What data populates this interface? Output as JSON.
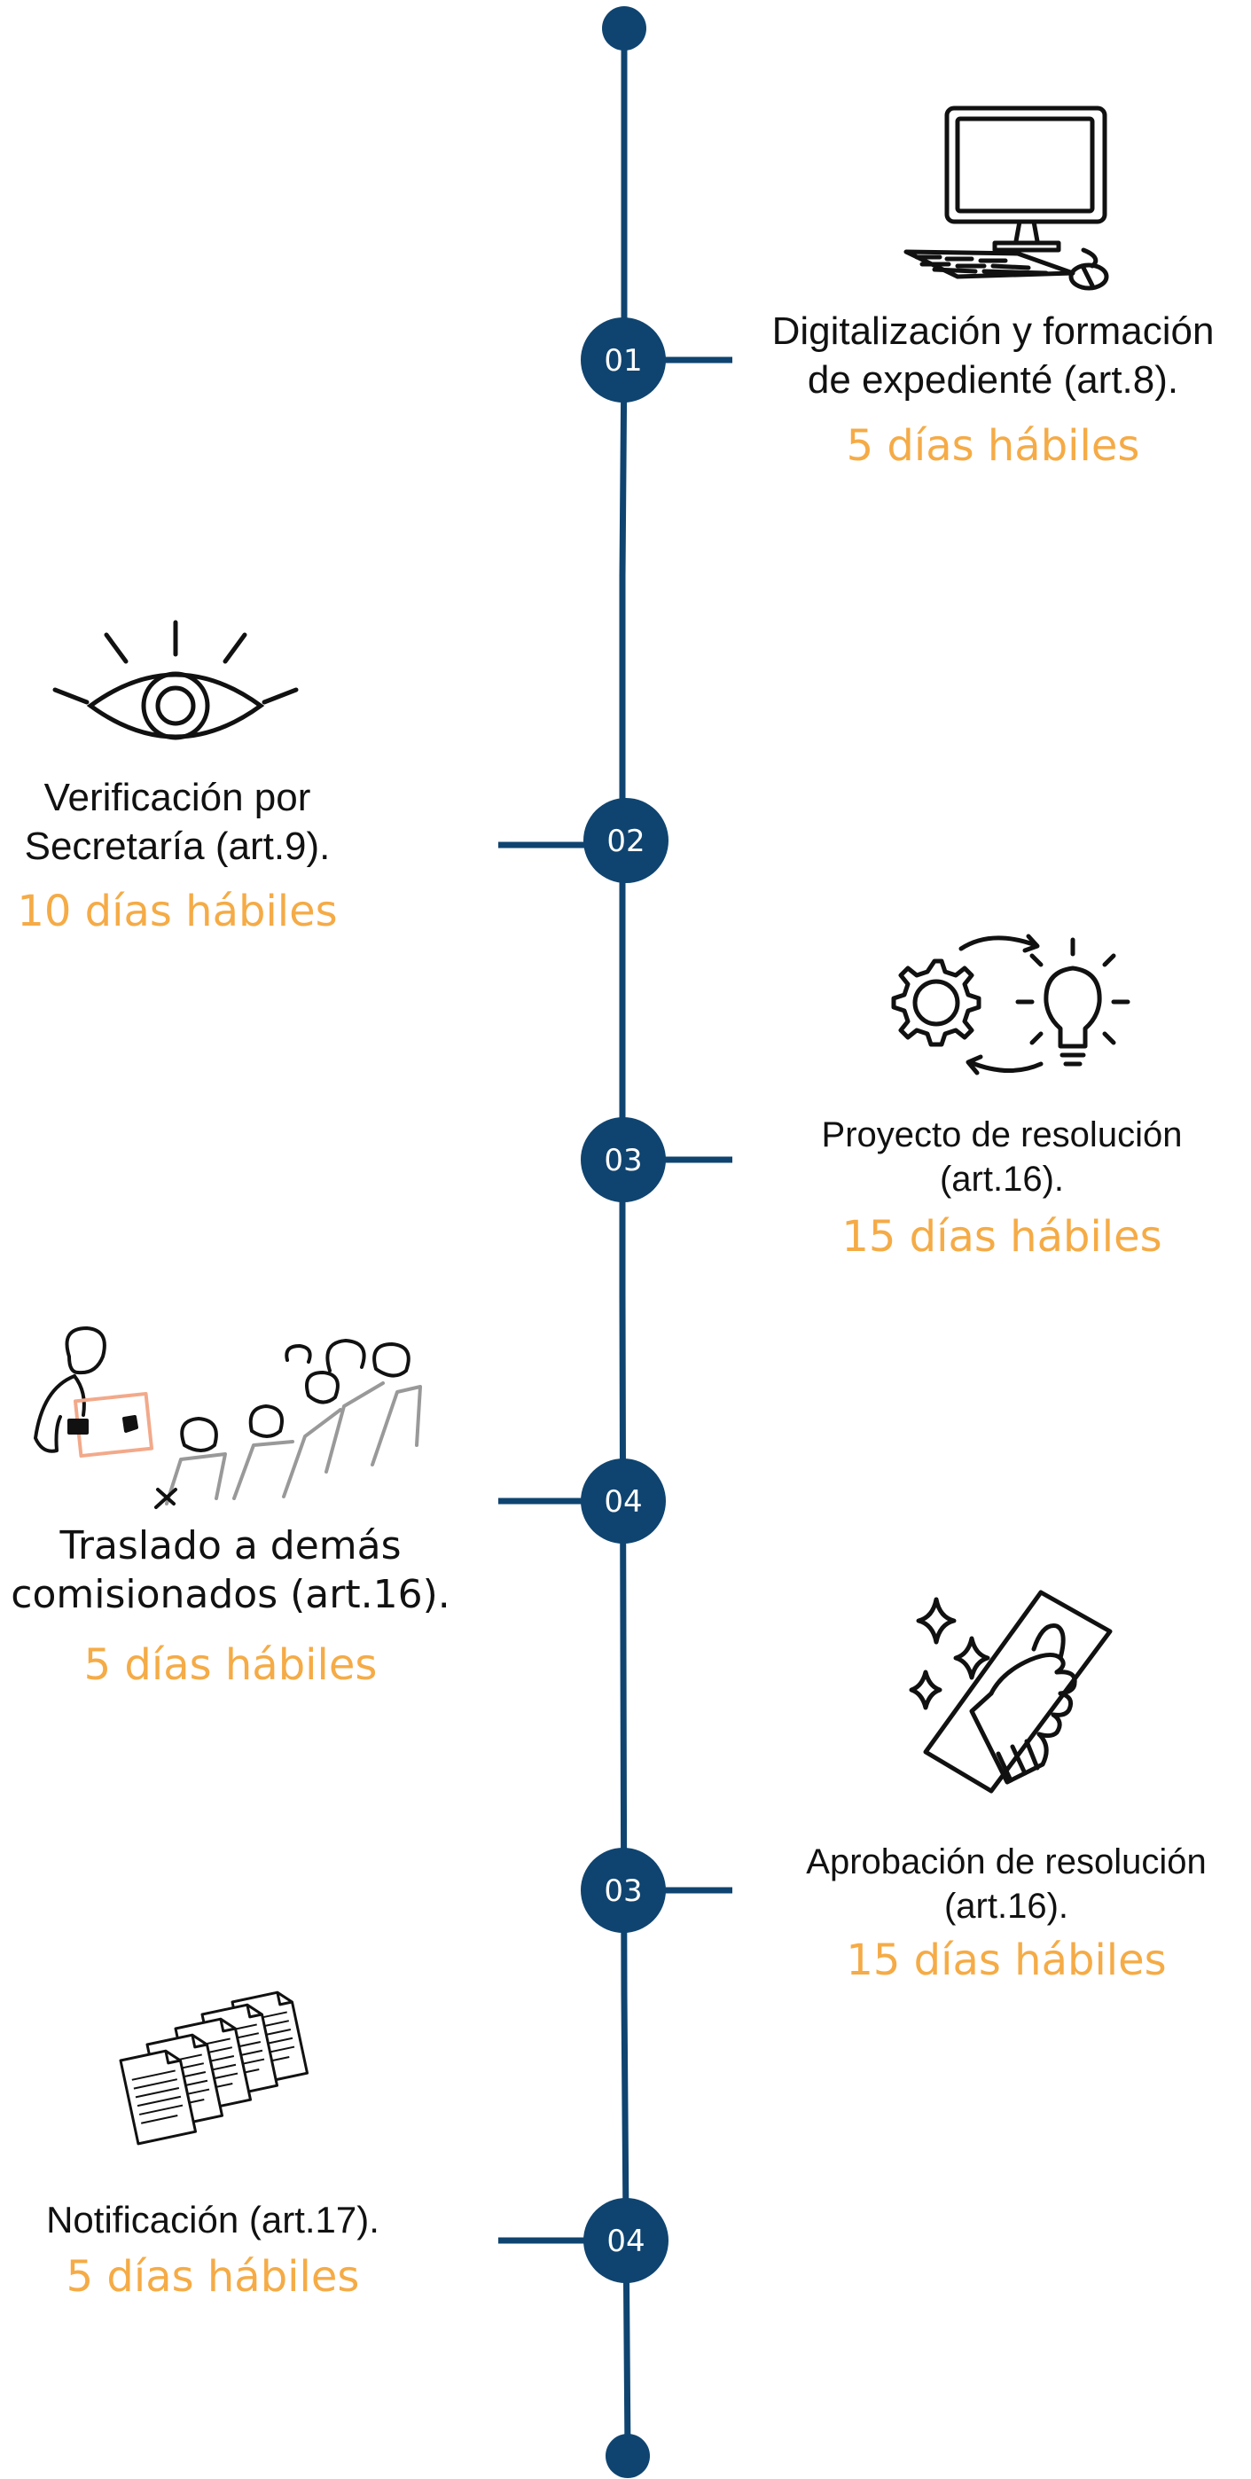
{
  "colors": {
    "line": "#0f4470",
    "node": "#0f4470",
    "node_text": "#ffffff",
    "days": "#f5ab46",
    "title": "#111111"
  },
  "steps": [
    {
      "number": "01",
      "title_lines": [
        "Digitalización y formación",
        "de expedienté (art.8)."
      ],
      "days": "5 días hábiles",
      "icon": "computer-icon"
    },
    {
      "number": "02",
      "title_lines": [
        "Verificación por",
        "Secretaría (art.9)."
      ],
      "days": "10 días hábiles",
      "icon": "eye-icon"
    },
    {
      "number": "03",
      "title_lines": [
        "Proyecto de resolución",
        "(art.16)."
      ],
      "days": "15 días hábiles",
      "icon": "gear-bulb-icon"
    },
    {
      "number": "04",
      "title_lines": [
        "Traslado a demás",
        "comisionados (art.16)."
      ],
      "days": "5 días hábiles",
      "icon": "presentation-audience-icon"
    },
    {
      "number": "03",
      "title_lines": [
        "Aprobación de resolución",
        "(art.16)."
      ],
      "days": "15 días hábiles",
      "icon": "handshake-diploma-icon"
    },
    {
      "number": "04",
      "title_lines": [
        "Notificación (art.17)."
      ],
      "days": "5 días hábiles",
      "icon": "documents-icon"
    }
  ]
}
